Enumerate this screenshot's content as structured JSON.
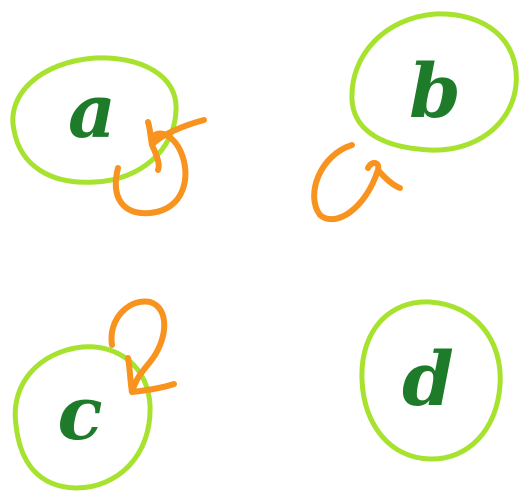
{
  "colors": {
    "node_outline": "#a6e22e",
    "node_label": "#1e7b2a",
    "self_loop": "#f7931e",
    "background": "#ffffff"
  },
  "diagram": {
    "type": "directed graph with self-loops",
    "nodes": [
      {
        "id": "a",
        "label": "a",
        "self_loop": true
      },
      {
        "id": "b",
        "label": "b",
        "self_loop": true
      },
      {
        "id": "c",
        "label": "c",
        "self_loop": true
      },
      {
        "id": "d",
        "label": "d",
        "self_loop": false
      }
    ]
  }
}
